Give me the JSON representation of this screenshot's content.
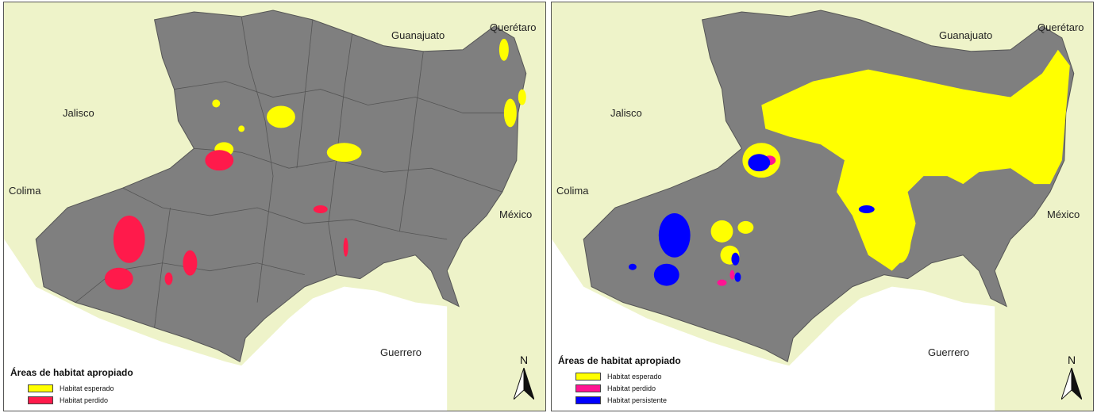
{
  "colors": {
    "background": "#eef3c9",
    "state": "#7f7f7f",
    "ocean": "#ffffff",
    "expected": "#ffff00",
    "lost": "#ff1a4b",
    "lost_right": "#ff1493",
    "persistent": "#0000ff"
  },
  "maps": [
    {
      "labels": {
        "guanajuato": "Guanajuato",
        "queretaro": "Querétaro",
        "jalisco": "Jalisco",
        "colima": "Colima",
        "mexico": "México",
        "guerrero": "Guerrero"
      },
      "legend": {
        "title": "Áreas de habitat apropiado",
        "items": [
          {
            "label": "Habitat esperado",
            "color": "#ffff00"
          },
          {
            "label": "Habitat perdido",
            "color": "#ff1a4b"
          }
        ]
      },
      "north": "N"
    },
    {
      "labels": {
        "guanajuato": "Guanajuato",
        "queretaro": "Querétaro",
        "jalisco": "Jalisco",
        "colima": "Colima",
        "mexico": "México",
        "guerrero": "Guerrero"
      },
      "legend": {
        "title": "Áreas de habitat apropiado",
        "items": [
          {
            "label": "Habitat esperado",
            "color": "#ffff00"
          },
          {
            "label": "Habitat perdido",
            "color": "#ff1493"
          },
          {
            "label": "Habitat persistente",
            "color": "#0000ff"
          }
        ]
      },
      "north": "N"
    }
  ]
}
